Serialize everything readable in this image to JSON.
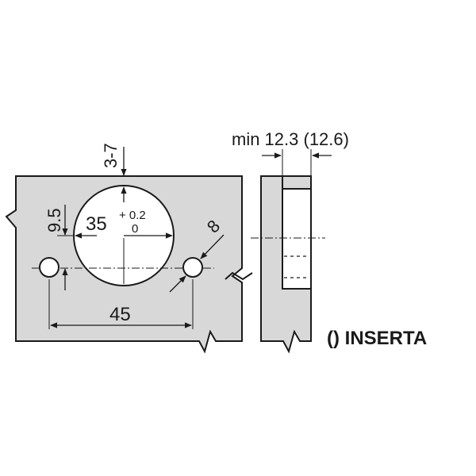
{
  "labels": {
    "depth_range": "3-7",
    "offset": "9.5",
    "bore_diameter": "35",
    "tol_upper": "+ 0.2",
    "tol_lower": "0",
    "pin_diameter": "8",
    "pin_spacing": "45",
    "min_thickness": "min 12.3 (12.6)",
    "inserta_note": "() INSERTA"
  },
  "colors": {
    "panel_fill": "#d8d8d8",
    "stroke": "#1a1a1a",
    "background": "#ffffff"
  }
}
